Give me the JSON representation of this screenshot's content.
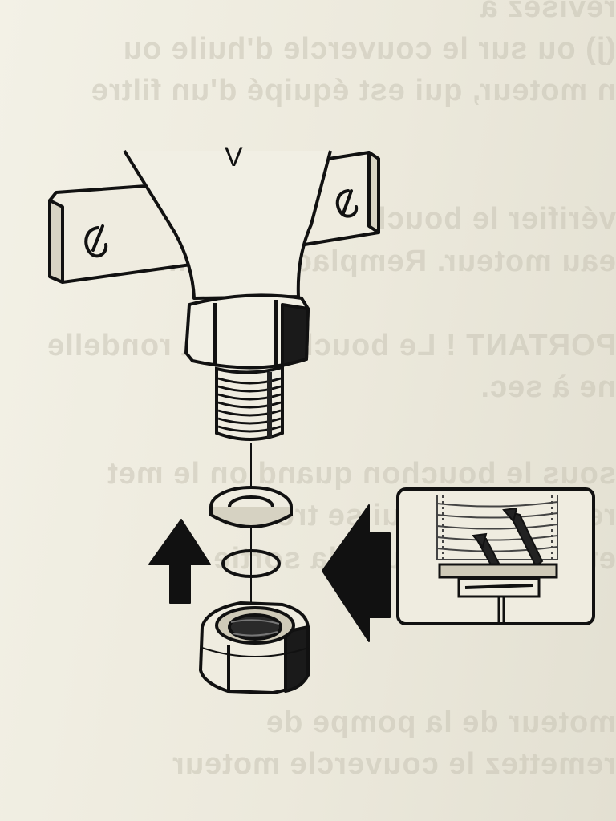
{
  "figure": {
    "flange_mark": "V",
    "show_through_lines": [
      "revisez a",
      "(j) ou sur le couvercle d'huile ou",
      "n moteur, qui est équipé d'un filtre",
      "vérifier le bouchon de vidange",
      "eau moteur. Remplacez le joint",
      "PORTANT ! Le bouchon et la rondelle",
      "ne à sec.",
      "sous le bouchon quand on le met",
      "remplissage qui se trouve",
      "et la jauge d'huile la sortie",
      "moteur de la pompe de",
      "remettez le couvercle moteur"
    ]
  }
}
